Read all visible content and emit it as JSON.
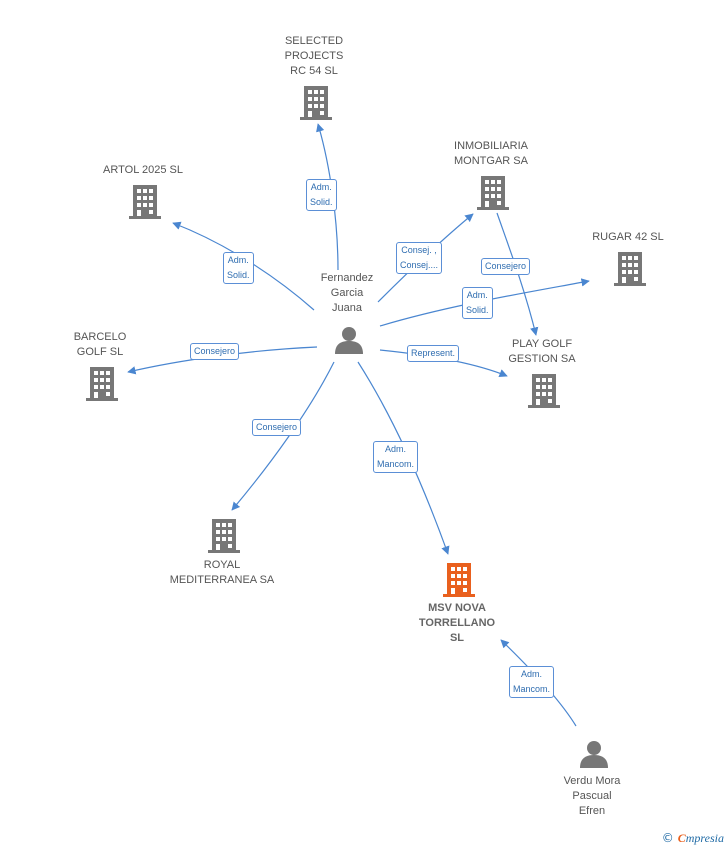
{
  "colors": {
    "edge": "#4a86d0",
    "company_icon": "#777777",
    "focus_icon": "#e9601e",
    "person_icon": "#777777",
    "label_text": "#555555",
    "edge_label_text": "#2f6db0"
  },
  "nodes": {
    "selected_projects": {
      "label": "SELECTED\nPROJECTS\nRC 54 SL",
      "icon": "building-icon"
    },
    "artol": {
      "label": "ARTOL 2025 SL",
      "icon": "building-icon"
    },
    "inmobiliaria": {
      "label": "INMOBILIARIA\nMONTGAR SA",
      "icon": "building-icon"
    },
    "rugar": {
      "label": "RUGAR 42  SL",
      "icon": "building-icon"
    },
    "barcelo": {
      "label": "BARCELO\nGOLF SL",
      "icon": "building-icon"
    },
    "play_golf": {
      "label": "PLAY GOLF\nGESTION SA",
      "icon": "building-icon"
    },
    "royal": {
      "label": "ROYAL\nMEDITERRANEA SA",
      "icon": "building-icon"
    },
    "msv_nova": {
      "label": "MSV NOVA\nTORRELLANO\nSL",
      "icon": "building-icon"
    },
    "fernandez": {
      "label": "Fernandez\nGarcia\nJuana",
      "icon": "person-icon"
    },
    "verdu": {
      "label": "Verdu Mora\nPascual\nEfren",
      "icon": "person-icon"
    }
  },
  "edges": {
    "to_selected": "Adm.\nSolid.",
    "to_artol": "Adm.\nSolid.",
    "to_inmobiliaria": "Consej. ,\nConsej....",
    "inmob_to_play": "Consejero",
    "to_rugar": "Adm.\nSolid.",
    "to_barcelo": "Consejero",
    "to_play_golf": "Represent.",
    "to_royal": "Consejero",
    "to_msv": "Adm.\nMancom.",
    "verdu_to_msv": "Adm.\nMancom."
  },
  "footer": {
    "copyright_symbol": "©",
    "brand_first": "C",
    "brand_rest": "mpresia"
  }
}
